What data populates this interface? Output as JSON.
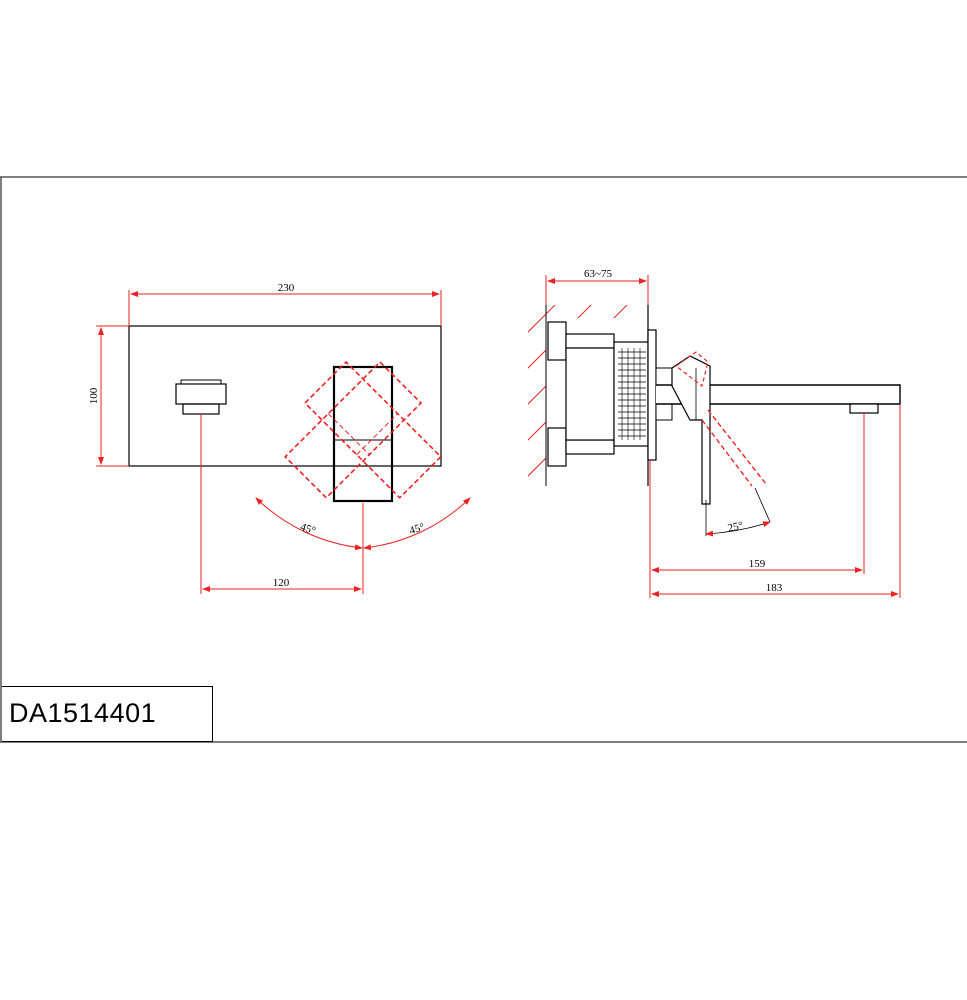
{
  "model": {
    "code": "DA1514401"
  },
  "front_view": {
    "width": "230",
    "height": "100",
    "spout_offset": "120",
    "angle_left": "45°",
    "angle_right": "45°"
  },
  "side_view": {
    "wall_depth": "63~75",
    "angle": "25°",
    "spout_reach": "159",
    "total_depth": "183"
  },
  "colors": {
    "line": "#000000",
    "dimension": "#ee2222",
    "frame": "#555555"
  }
}
